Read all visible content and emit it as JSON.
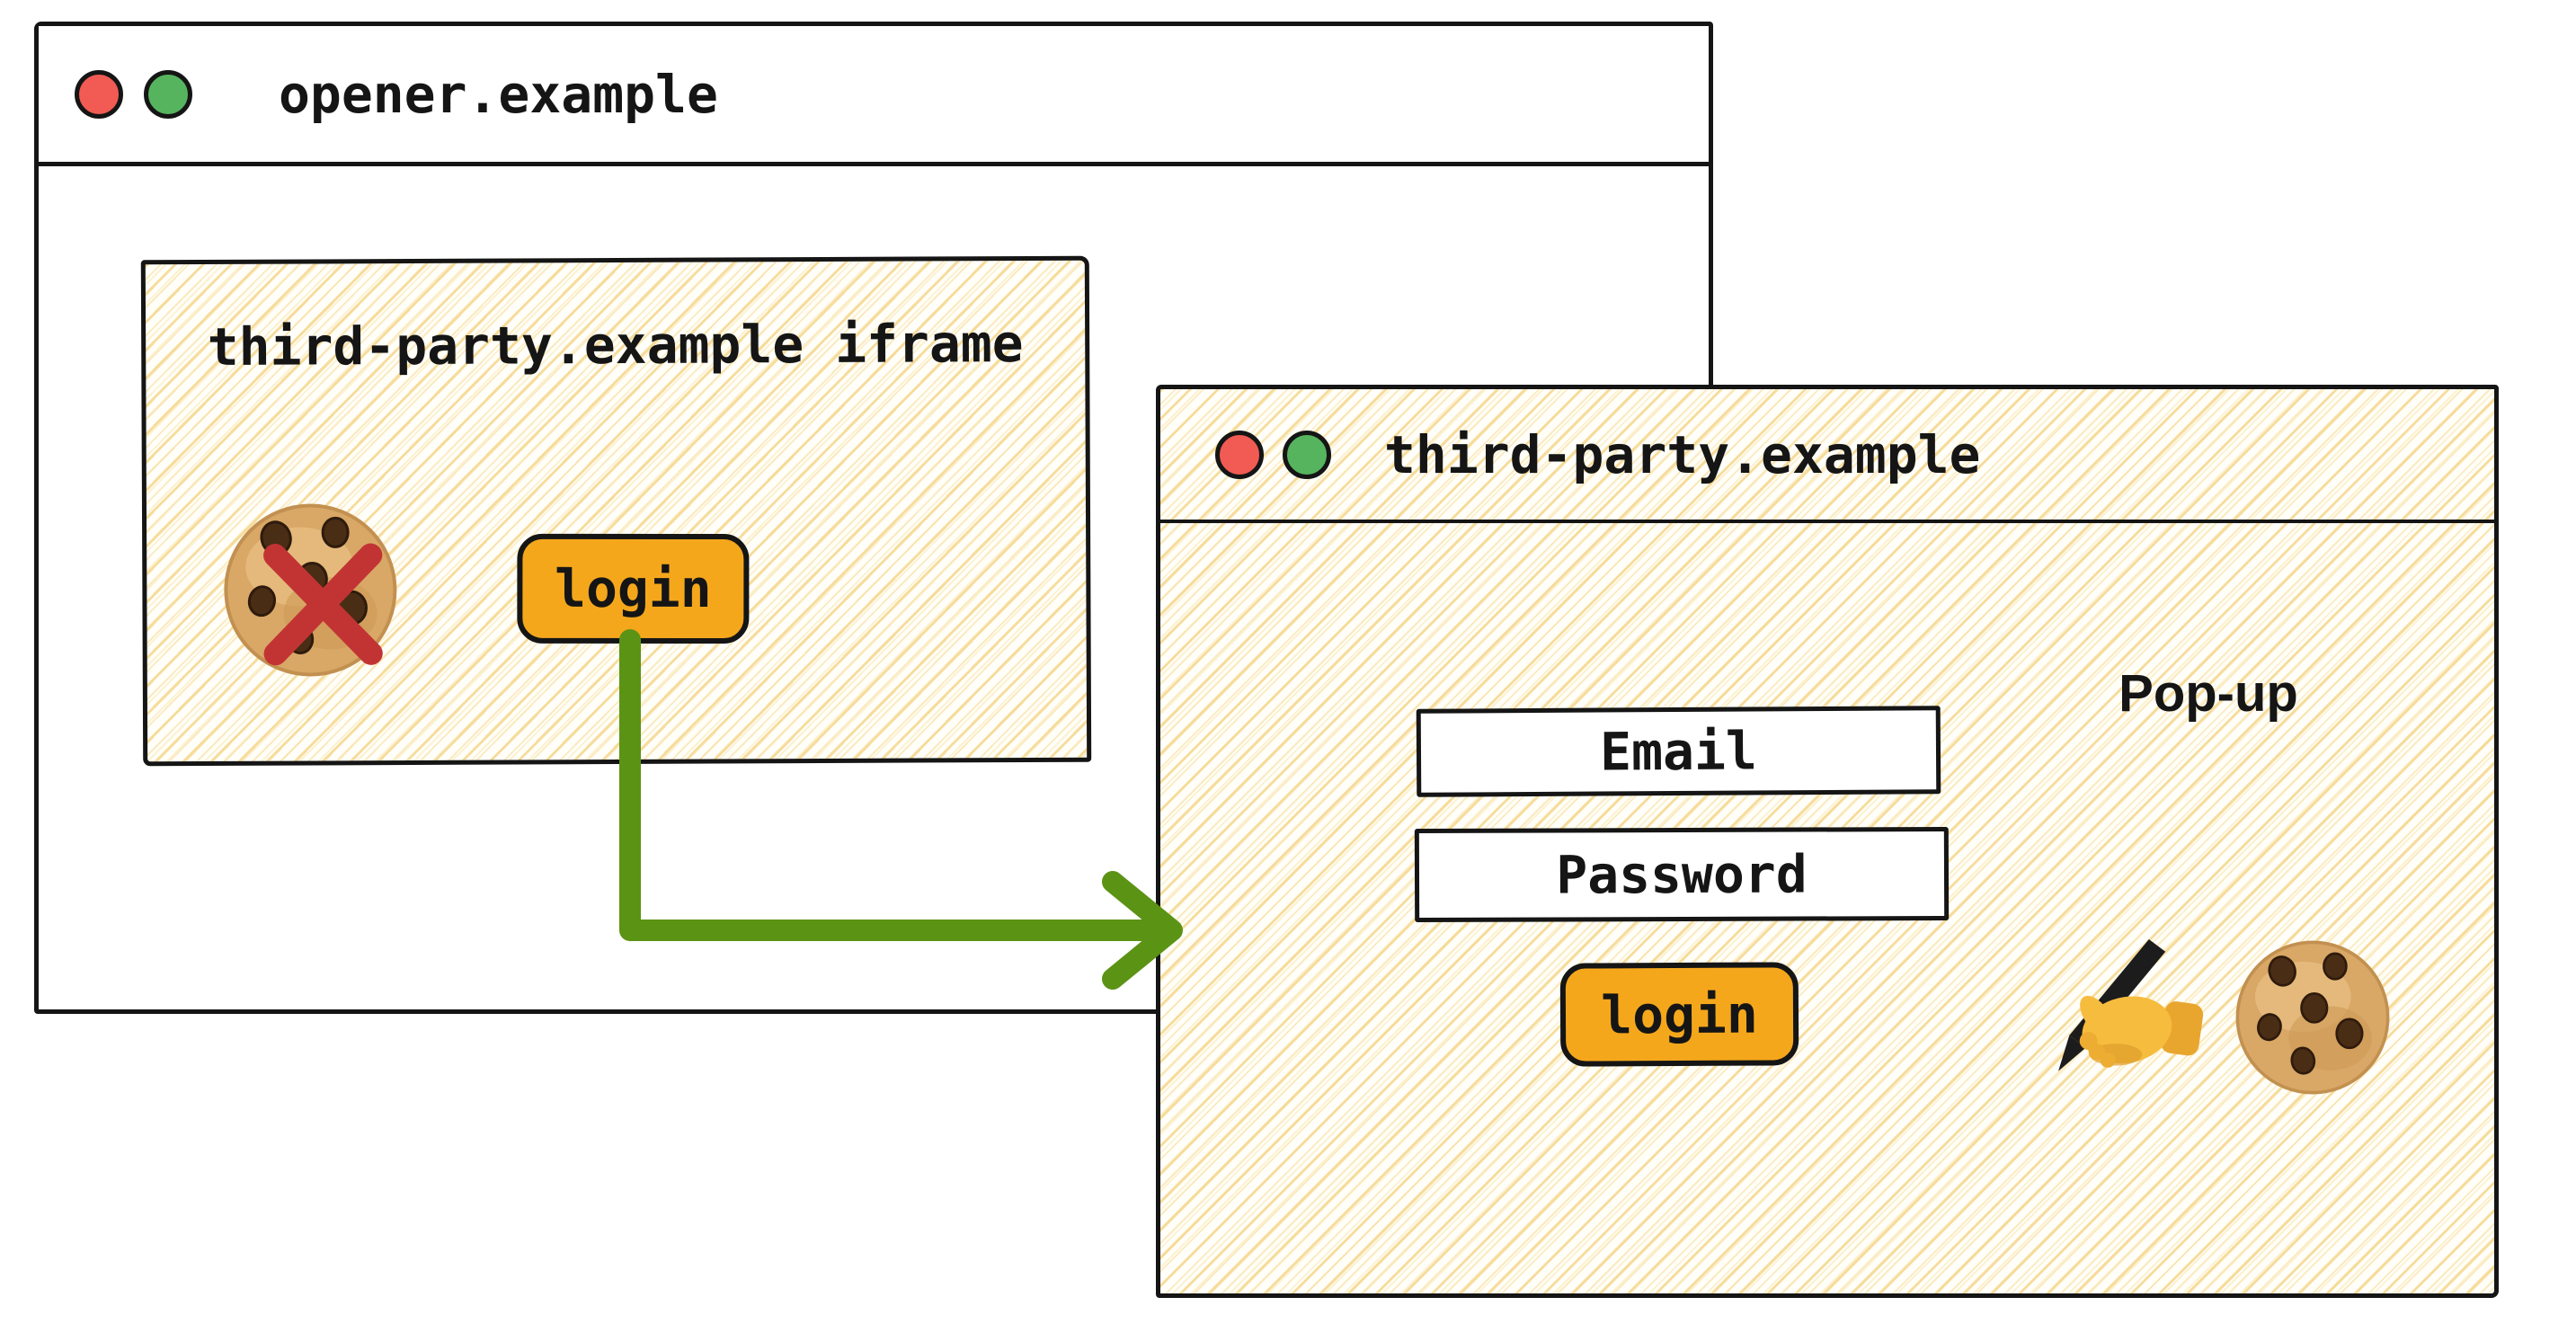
{
  "opener_window": {
    "title": "opener.example",
    "iframe": {
      "label": "third-party.example iframe",
      "login_button_label": "login"
    }
  },
  "popup_window": {
    "title": "third-party.example",
    "annotation": "Pop-up",
    "email_field_label": "Email",
    "password_field_label": "Password",
    "login_button_label": "login"
  },
  "icons": {
    "opener_titlebar": [
      "red-traffic-light",
      "green-traffic-light"
    ],
    "iframe_icon": "cookie-with-red-cross",
    "popup_titlebar": [
      "red-traffic-light",
      "green-traffic-light"
    ],
    "popup_icons": [
      "writing-hand",
      "cookie"
    ]
  },
  "colors": {
    "button_orange": "#f5a71c",
    "arrow_green": "#5b9315",
    "cross_red": "#c23434",
    "traffic_red": "#f15b53",
    "traffic_green": "#56b45f",
    "hatch_line": "#f6d994",
    "ink": "#151515"
  }
}
